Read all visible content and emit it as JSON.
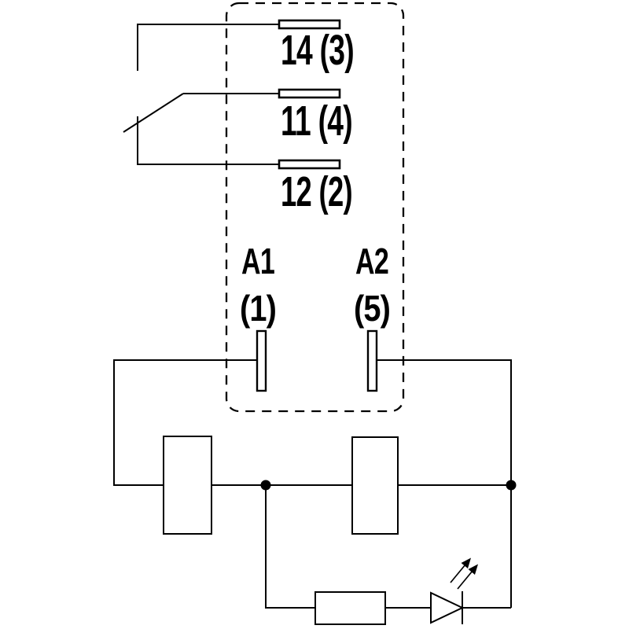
{
  "diagram": {
    "kind": "relay-wiring-schematic",
    "colors": {
      "line": "#000000",
      "background": "#ffffff",
      "component_fill": "#ffffff",
      "junction_fill": "#000000"
    },
    "relay": {
      "contacts": {
        "no_label": "14 (3)",
        "com_label": "11 (4)",
        "nc_label": "12 (2)"
      },
      "coil": {
        "a1_label": "A1",
        "a1_pin_label": "(1)",
        "a2_label": "A2",
        "a2_pin_label": "(5)"
      }
    },
    "icons": [
      "relay-outline-dashed-box",
      "changeover-switch-arm-icon",
      "suppressor-module-box",
      "resistor-box",
      "led-diode-icon",
      "light-emission-arrows-icon",
      "junction-dot"
    ]
  }
}
